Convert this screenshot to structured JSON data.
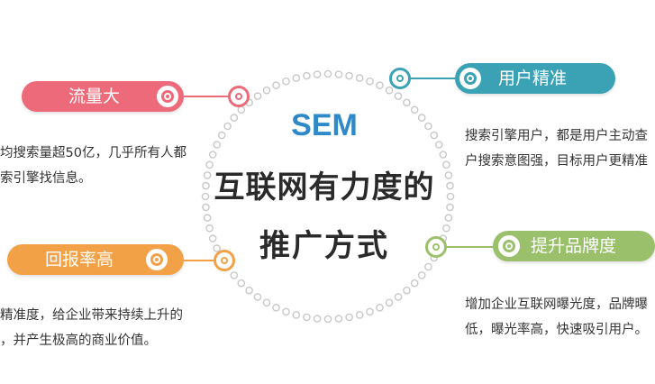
{
  "center": {
    "sem": "SEM",
    "line1": "互联网有力度的",
    "line2": "推广方式"
  },
  "colors": {
    "red": "#ec6a79",
    "teal": "#3aa2b4",
    "orange": "#f2a147",
    "green": "#9bc06b",
    "accent": "#2f89c9"
  },
  "items": [
    {
      "title": "流量大",
      "lines": [
        "均搜索量超50亿，几乎所有人都",
        "索引擎找信息。"
      ]
    },
    {
      "title": "用户精准",
      "lines": [
        "搜索引擎用户，都是用户主动查",
        "户搜索意图强，目标用户更精准"
      ]
    },
    {
      "title": "回报率高",
      "lines": [
        "精准度，给企业带来持续上升的",
        "，并产生极高的商业价值。"
      ]
    },
    {
      "title": "提升品牌度",
      "lines": [
        "增加企业互联网曝光度，品牌曝",
        "低，曝光率高，快速吸引用户。"
      ]
    }
  ]
}
